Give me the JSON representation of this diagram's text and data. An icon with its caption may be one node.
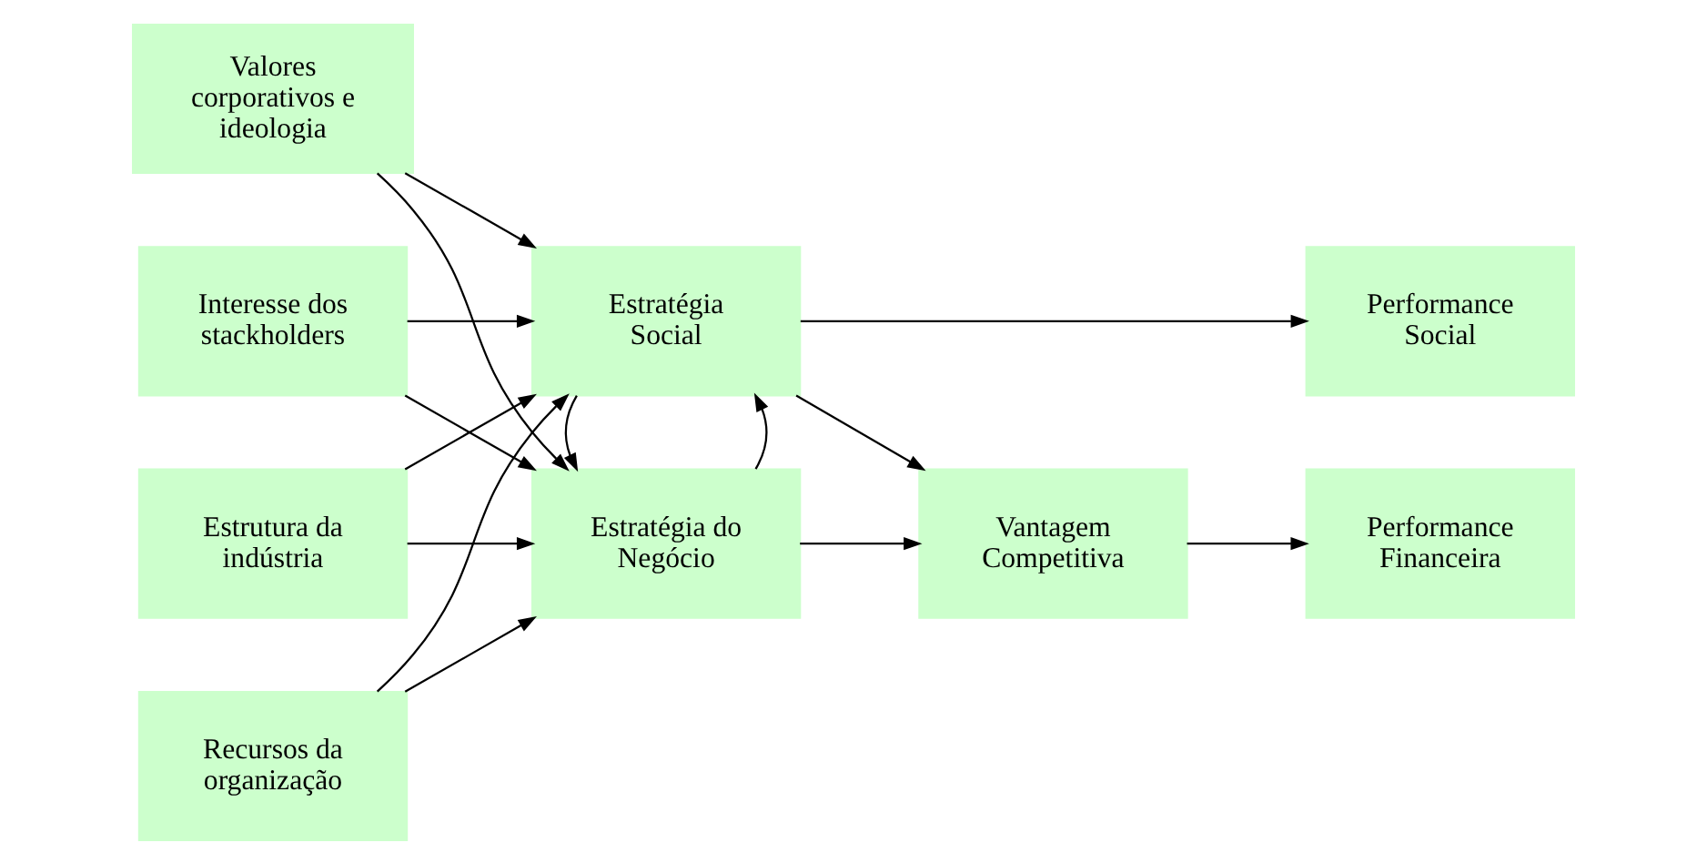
{
  "diagram": {
    "nodes": [
      {
        "text": [
          "Estrutura da indústria"
        ]
      },
      {
        "text": [
          "Recursos da organização"
        ]
      },
      {
        "text": [
          "Valores corporativos e ideologia"
        ]
      },
      {
        "text": [
          "Interesse dos stackholders"
        ]
      },
      {
        "text": [
          "Estratégia do Negócio"
        ]
      },
      {
        "text": [
          "Vantagem Competitiva"
        ]
      },
      {
        "text": [
          "Performance Financeira"
        ]
      },
      {
        "text": [
          "Estratégia Social"
        ]
      },
      {
        "text": [
          "Performance Social"
        ]
      }
    ],
    "edges": [
      {
        "from": 0,
        "to": 4,
        "arrow": "to"
      },
      {
        "from": 0,
        "to": 7,
        "arrow": "to"
      },
      {
        "from": 1,
        "to": 4,
        "arrow": "to"
      },
      {
        "from": 1,
        "to": 7,
        "arrow": "to"
      },
      {
        "from": 2,
        "to": 4,
        "arrow": "to"
      },
      {
        "from": 2,
        "to": 7,
        "arrow": "to"
      },
      {
        "from": 3,
        "to": 4,
        "arrow": "to"
      },
      {
        "from": 3,
        "to": 7,
        "arrow": "to"
      },
      {
        "from": 4,
        "to": 5,
        "arrow": "to"
      },
      {
        "from": 5,
        "to": 6,
        "arrow": "to"
      },
      {
        "from": 4,
        "to": 7,
        "arrow": "to"
      },
      {
        "from": 7,
        "to": 4,
        "arrow": "to"
      },
      {
        "from": 7,
        "to": 5,
        "arrow": "to"
      },
      {
        "from": 7,
        "to": 8,
        "arrow": "to"
      }
    ]
  }
}
